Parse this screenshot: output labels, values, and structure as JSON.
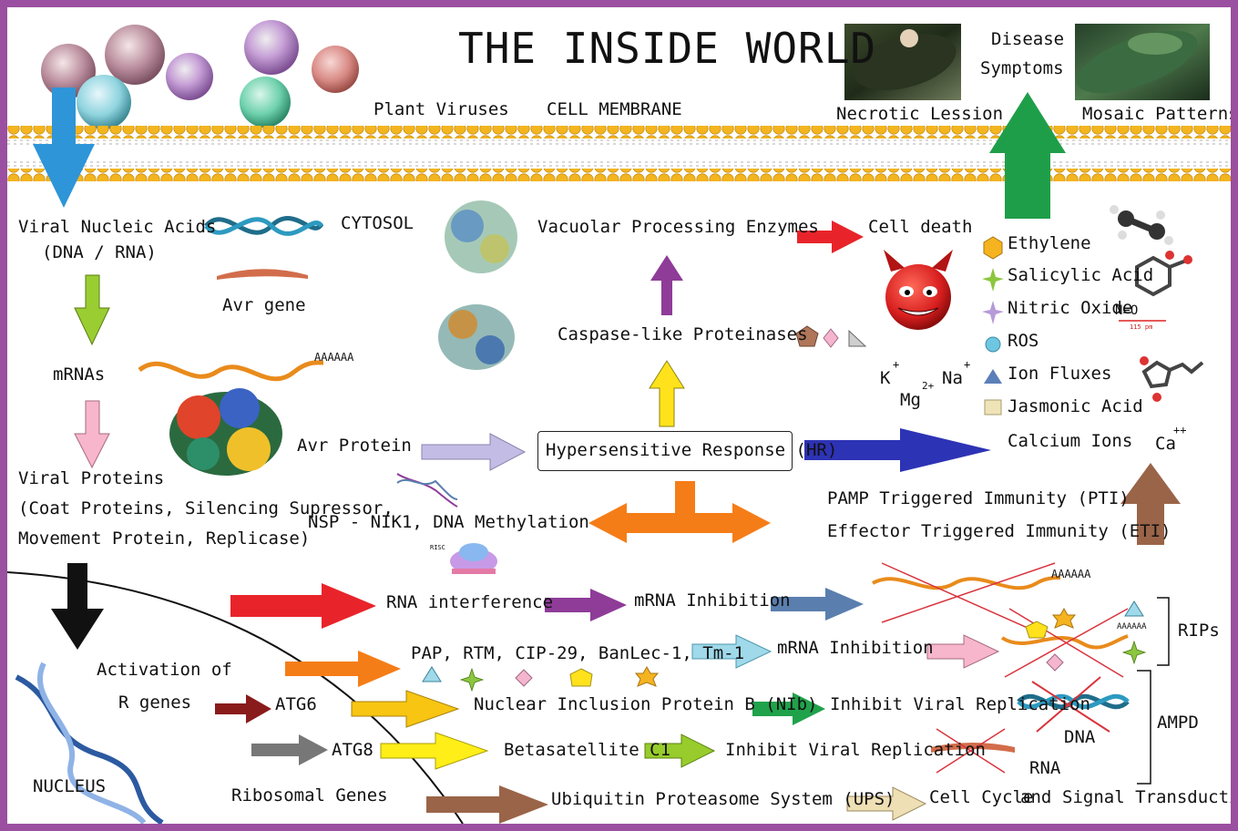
{
  "title": "THE INSIDE WORLD",
  "top_labels": {
    "plant_viruses": "Plant Viruses",
    "cell_membrane": "CELL MEMBRANE",
    "necrotic_lession": "Necrotic Lession",
    "disease": "Disease",
    "symptoms": "Symptoms",
    "mosaic_patterns": "Mosaic Patterns"
  },
  "left_column": {
    "viral_nucleic_acids": "Viral Nucleic Acids",
    "dna_rna": "(DNA / RNA)",
    "mrnas": "mRNAs",
    "viral_proteins": "Viral Proteins",
    "viral_proteins_detail_1": "(Coat Proteins, Silencing Supressor,",
    "viral_proteins_detail_2": "Movement Protein, Replicase)"
  },
  "cytosol": {
    "label": "CYTOSOL",
    "avr_gene": "Avr gene",
    "poly_a": "AAAAAA",
    "avr_protein": "Avr Protein",
    "nsp": "NSP - NIK1, DNA Methylation"
  },
  "hr_pathway": {
    "vpe": "Vacuolar Processing Enzymes",
    "cell_death": "Cell death",
    "caspase": "Caspase-like Proteinases",
    "hr": "Hypersensitive Response (HR)"
  },
  "legend": {
    "items": [
      {
        "label": "Ethylene",
        "shape": "hexagon",
        "color": "#f5b320"
      },
      {
        "label": "Salicylic Acid",
        "shape": "star4",
        "color": "#8cc63f"
      },
      {
        "label": "Nitric Oxide",
        "shape": "star4",
        "color": "#b79ad8"
      },
      {
        "label": "ROS",
        "shape": "circle",
        "color": "#6ec6e0"
      },
      {
        "label": "Ion Fluxes",
        "shape": "triangle",
        "color": "#5b7fb8"
      },
      {
        "label": "Jasmonic Acid",
        "shape": "square",
        "color": "#efe4b8"
      },
      {
        "label": "Calcium Ions",
        "shape": "none",
        "color": ""
      }
    ],
    "no_molecule": "N≡O",
    "no_scale": "115 pm"
  },
  "ions": {
    "k": "K",
    "k_sup": "+",
    "mg": "Mg",
    "mg_sup": "2+",
    "na": "Na",
    "na_sup": "+",
    "ca": "Ca",
    "ca_sup": "++"
  },
  "immunity": {
    "pti": "PAMP Triggered Immunity (PTI)",
    "eti": "Effector Triggered Immunity (ETI)"
  },
  "lower": {
    "risc": "RISC",
    "rna_interference": "RNA interference",
    "mrna_inhibition_1": "mRNA Inhibition",
    "pap": "PAP, RTM, CIP-29, BanLec-1, Tm-1",
    "mrna_inhibition_2": "mRNA Inhibition",
    "rips": "RIPs",
    "activation_of": "Activation of",
    "r_genes": "R genes",
    "atg6": "ATG6",
    "nib": "Nuclear Inclusion Protein B (NIb)",
    "inhibit_1": "Inhibit Viral Replication",
    "atg8": "ATG8",
    "betasatellite": "Betasatellite C1",
    "inhibit_2": "Inhibit Viral Replication",
    "dna": "DNA",
    "rna": "RNA",
    "ampd": "AMPD",
    "nucleus": "NUCLEUS",
    "ribosomal": "Ribosomal Genes",
    "ups": "Ubiquitin Proteasome System (UPS)",
    "cell_cycle": "Cell Cycle",
    "and": "and",
    "signal": "Signal Transduction"
  },
  "colors": {
    "border": "#9b4fa0",
    "membrane_head": "#f3b51f",
    "arrow_blue_down": "#2e95d8",
    "arrow_green_up": "#1f9e4a",
    "arrow_purple": "#8e3c98",
    "arrow_yellow": "#ffe21b",
    "arrow_lavender": "#c3bde6",
    "arrow_navy": "#2d33b5",
    "arrow_orange": "#f57d17",
    "arrow_brown": "#9a6448",
    "arrow_red": "#e8242a",
    "arrow_steel": "#5a7fae",
    "arrow_light_blue": "#9fd9ea",
    "arrow_pink": "#f7b6cc",
    "arrow_dark_red": "#8a1b1b",
    "arrow_gray": "#777777",
    "arrow_green": "#20a24b",
    "arrow_lime": "#97cc2c",
    "arrow_tan": "#eedfb4"
  }
}
